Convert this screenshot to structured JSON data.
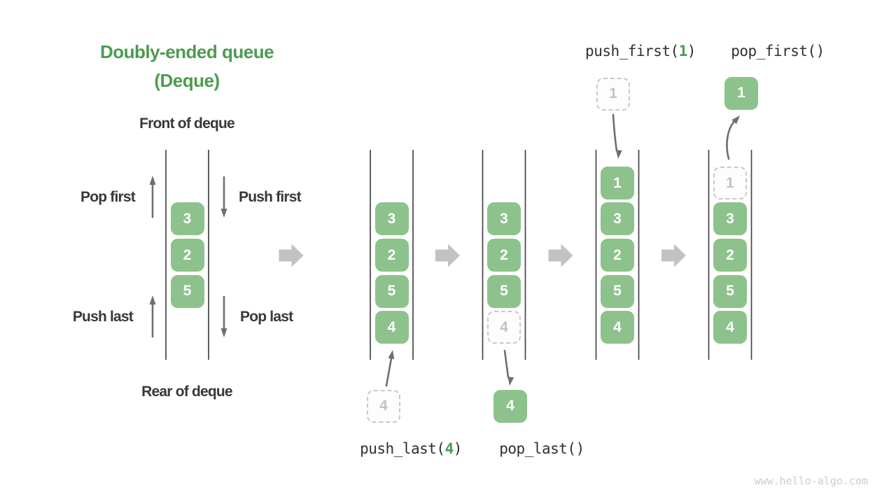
{
  "title": {
    "line1": "Doubly-ended queue",
    "line2": "(Deque)"
  },
  "labels": {
    "front_of_deque": "Front of deque",
    "rear_of_deque": "Rear of deque",
    "pop_first": "Pop first",
    "push_first": "Push first",
    "push_last": "Push last",
    "pop_last": "Pop last"
  },
  "operations": {
    "push_first": {
      "prefix": "push_first(",
      "arg": "1",
      "suffix": ")"
    },
    "pop_first": {
      "prefix": "pop_first(",
      "arg": "",
      "suffix": ")"
    },
    "push_last": {
      "prefix": "push_last(",
      "arg": "4",
      "suffix": ")"
    },
    "pop_last": {
      "prefix": "pop_last(",
      "arg": "",
      "suffix": ")"
    }
  },
  "deque_states": [
    {
      "id": "state-initial",
      "cells": [
        {
          "row": 1,
          "value": "3",
          "variant": "solid"
        },
        {
          "row": 2,
          "value": "2",
          "variant": "solid"
        },
        {
          "row": 3,
          "value": "5",
          "variant": "solid"
        }
      ]
    },
    {
      "id": "state-push-last",
      "cells": [
        {
          "row": 1,
          "value": "3",
          "variant": "solid"
        },
        {
          "row": 2,
          "value": "2",
          "variant": "solid"
        },
        {
          "row": 3,
          "value": "5",
          "variant": "solid"
        },
        {
          "row": 4,
          "value": "4",
          "variant": "solid"
        }
      ]
    },
    {
      "id": "state-pop-last",
      "cells": [
        {
          "row": 1,
          "value": "3",
          "variant": "solid"
        },
        {
          "row": 2,
          "value": "2",
          "variant": "solid"
        },
        {
          "row": 3,
          "value": "5",
          "variant": "solid"
        },
        {
          "row": 4,
          "value": "4",
          "variant": "dashed"
        }
      ]
    },
    {
      "id": "state-push-first",
      "cells": [
        {
          "row": 0,
          "value": "1",
          "variant": "solid"
        },
        {
          "row": 1,
          "value": "3",
          "variant": "solid"
        },
        {
          "row": 2,
          "value": "2",
          "variant": "solid"
        },
        {
          "row": 3,
          "value": "5",
          "variant": "solid"
        },
        {
          "row": 4,
          "value": "4",
          "variant": "solid"
        }
      ]
    },
    {
      "id": "state-pop-first",
      "cells": [
        {
          "row": 0,
          "value": "1",
          "variant": "dashed"
        },
        {
          "row": 1,
          "value": "3",
          "variant": "solid"
        },
        {
          "row": 2,
          "value": "2",
          "variant": "solid"
        },
        {
          "row": 3,
          "value": "5",
          "variant": "solid"
        },
        {
          "row": 4,
          "value": "4",
          "variant": "solid"
        }
      ]
    }
  ],
  "floating_cells": [
    {
      "id": "incoming-4",
      "value": "4",
      "variant": "dashed"
    },
    {
      "id": "popped-4",
      "value": "4",
      "variant": "solid"
    },
    {
      "id": "incoming-1",
      "value": "1",
      "variant": "dashed"
    },
    {
      "id": "popped-1",
      "value": "1",
      "variant": "solid"
    }
  ],
  "watermark": "www.hello-algo.com",
  "colors": {
    "title_green": "#4c9b50",
    "cell_green": "#8ec28c",
    "cell_text": "#ffffff",
    "label_text": "#383838",
    "code_text": "#303030",
    "code_arg_green": "#4c9b50",
    "thin_arrow": "#6f6f6f",
    "big_arrow": "#c2c2c2",
    "queue_line": "#454545",
    "dashed_border": "#c9c9c9",
    "dashed_text": "#c2c2c2",
    "watermark_gray": "#cccccc"
  }
}
